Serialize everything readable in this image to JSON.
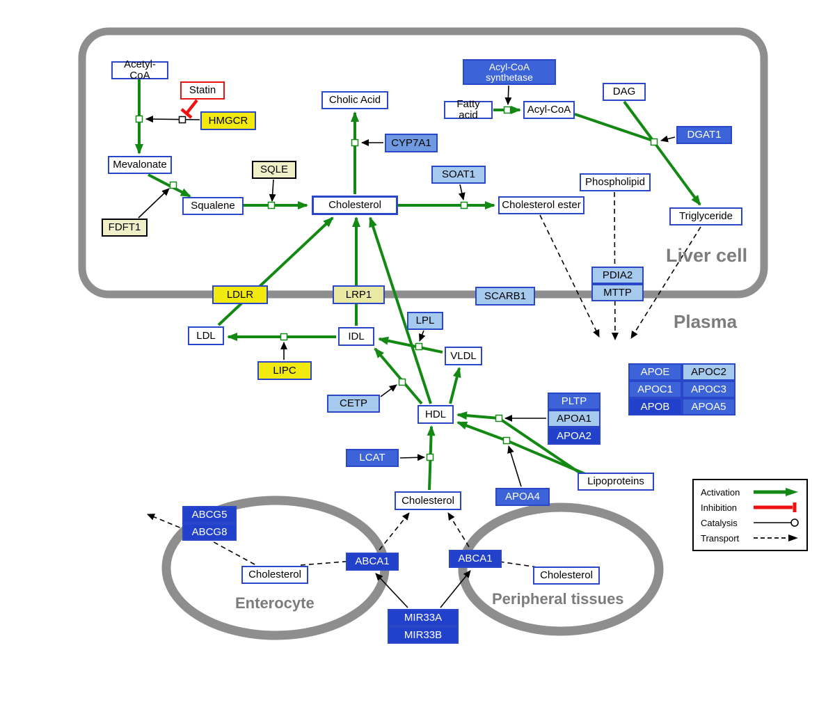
{
  "compartments": {
    "liver": "Liver cell",
    "plasma": "Plasma",
    "enterocyte": "Enterocyte",
    "peripheral": "Peripheral tissues"
  },
  "nodes": {
    "acetyl_coa": "Acetyl-CoA",
    "statin": "Statin",
    "hmgcr": "HMGCR",
    "mevalonate": "Mevalonate",
    "sqle": "SQLE",
    "fdft1": "FDFT1",
    "squalene": "Squalene",
    "cholic_acid": "Cholic Acid",
    "cyp7a1": "CYP7A1",
    "cholesterol": "Cholesterol",
    "soat1": "SOAT1",
    "cholesterol_ester": "Cholesterol ester",
    "acyl_coa_synthetase": "Acyl-CoA synthetase",
    "fatty_acid": "Fatty acid",
    "acyl_coa": "Acyl-CoA",
    "dag": "DAG",
    "dgat1": "DGAT1",
    "phospholipid": "Phospholipid",
    "triglyceride": "Triglyceride",
    "pdia2": "PDIA2",
    "mttp": "MTTP",
    "ldlr": "LDLR",
    "lrp1": "LRP1",
    "scarb1": "SCARB1",
    "ldl": "LDL",
    "idl": "IDL",
    "lpl": "LPL",
    "vldl": "VLDL",
    "lipc": "LIPC",
    "cetp": "CETP",
    "hdl": "HDL",
    "lcat": "LCAT",
    "pltp": "PLTP",
    "apoa1": "APOA1",
    "apoa2": "APOA2",
    "apoa4": "APOA4",
    "lipoproteins": "Lipoproteins",
    "apoe": "APOE",
    "apoc2": "APOC2",
    "apoc1": "APOC1",
    "apoc3": "APOC3",
    "apob": "APOB",
    "apoa5": "APOA5",
    "abcg5": "ABCG5",
    "abcg8": "ABCG8",
    "abca1": "ABCA1",
    "mir33a": "MIR33A",
    "mir33b": "MIR33B"
  },
  "legend": {
    "activation": "Activation",
    "inhibition": "Inhibition",
    "catalysis": "Catalysis",
    "transport": "Transport"
  },
  "colors": {
    "activation_green": "#138913",
    "inhibition_red": "#ee1111",
    "compartment_gray": "#8e8e8e",
    "node_border_blue": "#2b47c9",
    "gene_dark_blue": "#2141cb",
    "gene_royal_blue": "#3c64d8",
    "gene_mid_blue": "#6f99e0",
    "gene_light_blue": "#a6c9ee",
    "gene_yellow": "#f2e90e",
    "gene_khaki": "#e9e9a2",
    "gene_cream": "#f0efc8"
  }
}
